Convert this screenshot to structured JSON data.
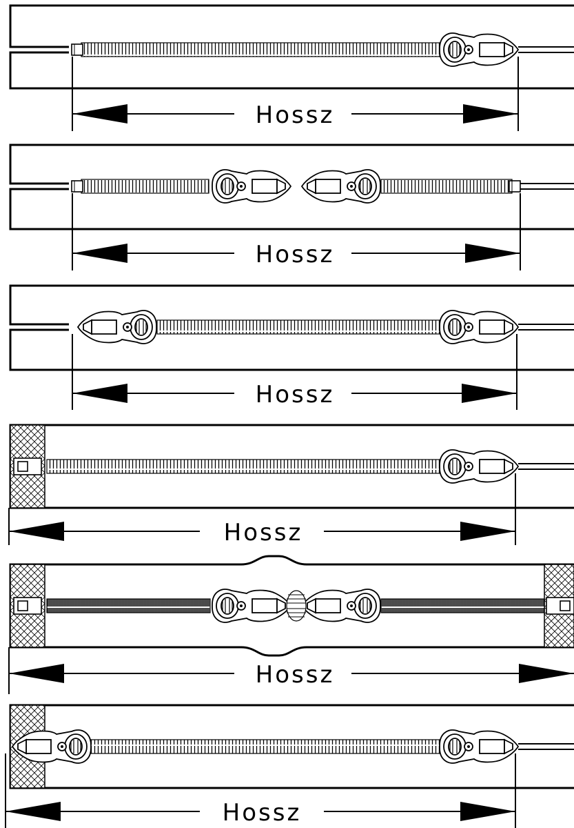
{
  "colors": {
    "line": "#000000",
    "background": "#ffffff"
  },
  "diagrams": [
    {
      "label": "Hossz"
    },
    {
      "label": "Hossz"
    },
    {
      "label": "Hossz"
    },
    {
      "label": "Hossz"
    },
    {
      "label": "Hossz"
    },
    {
      "label": "Hossz"
    }
  ]
}
